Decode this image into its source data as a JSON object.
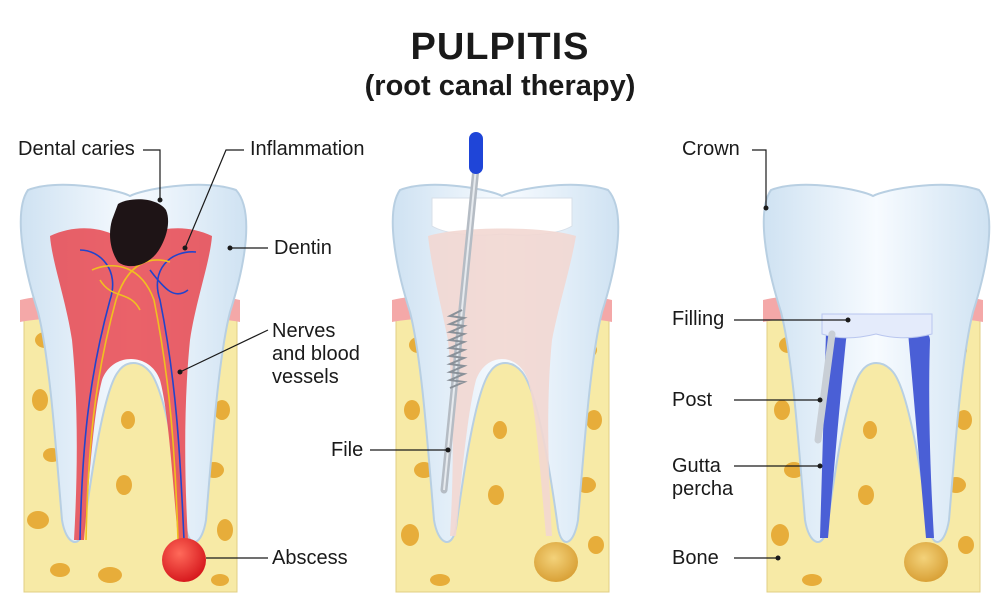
{
  "title": "PULPITIS",
  "subtitle": "(root canal therapy)",
  "labels": {
    "dental_caries": "Dental caries",
    "inflammation": "Inflammation",
    "dentin": "Dentin",
    "nerves_line1": "Nerves",
    "nerves_line2": "and blood",
    "nerves_line3": "vessels",
    "abscess": "Abscess",
    "file": "File",
    "crown": "Crown",
    "filling": "Filling",
    "post": "Post",
    "gutta_line1": "Gutta",
    "gutta_line2": "percha",
    "bone": "Bone"
  },
  "colors": {
    "bone": "#f7eaa6",
    "bone_pores": "#e7ad3a",
    "gum": "#f4a8a8",
    "enamel": "#e9f3fb",
    "pulp_inflamed": "#e8474f",
    "abscess": "#e8262a",
    "caries": "#1e1416",
    "gutta_percha": "#4a5fd6",
    "file_handle": "#1f45d8"
  }
}
